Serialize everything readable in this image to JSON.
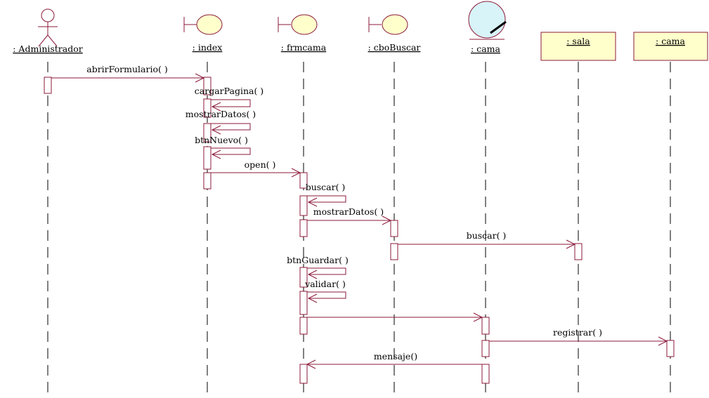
{
  "colors": {
    "line": "#8b1a3a",
    "fill": "#ffffcc",
    "entity_fill": "#d8f4f8",
    "lifeline": "#000000"
  },
  "participants": [
    {
      "id": "administrador",
      "label": ": Administrador",
      "kind": "actor"
    },
    {
      "id": "index",
      "label": ": index",
      "kind": "boundary"
    },
    {
      "id": "frmcama",
      "label": ": frmcama",
      "kind": "boundary"
    },
    {
      "id": "cbobuscar",
      "label": ": cboBuscar",
      "kind": "boundary"
    },
    {
      "id": "cama-entity",
      "label": ": cama",
      "kind": "entity"
    },
    {
      "id": "sala",
      "label": ": sala",
      "kind": "object"
    },
    {
      "id": "cama-object",
      "label": ": cama",
      "kind": "object"
    }
  ],
  "messages": [
    {
      "from": "administrador",
      "to": "index",
      "label": "abrirFormulario( )"
    },
    {
      "from": "index",
      "to": "index",
      "label": "cargarPagina( )"
    },
    {
      "from": "index",
      "to": "index",
      "label": "mostrarDatos( )"
    },
    {
      "from": "index",
      "to": "index",
      "label": "btnNuevo( )"
    },
    {
      "from": "index",
      "to": "frmcama",
      "label": "open( )"
    },
    {
      "from": "frmcama",
      "to": "frmcama",
      "label": "buscar( )"
    },
    {
      "from": "frmcama",
      "to": "cbobuscar",
      "label": "mostrarDatos( )"
    },
    {
      "from": "cbobuscar",
      "to": "sala",
      "label": "buscar( )"
    },
    {
      "from": "frmcama",
      "to": "frmcama",
      "label": "btnGuardar( )"
    },
    {
      "from": "frmcama",
      "to": "frmcama",
      "label": "validar( )"
    },
    {
      "from": "frmcama",
      "to": "cama-entity",
      "label": ""
    },
    {
      "from": "cama-entity",
      "to": "cama-object",
      "label": "registrar( )"
    },
    {
      "from": "cama-entity",
      "to": "frmcama",
      "label": "mensaje()"
    }
  ]
}
